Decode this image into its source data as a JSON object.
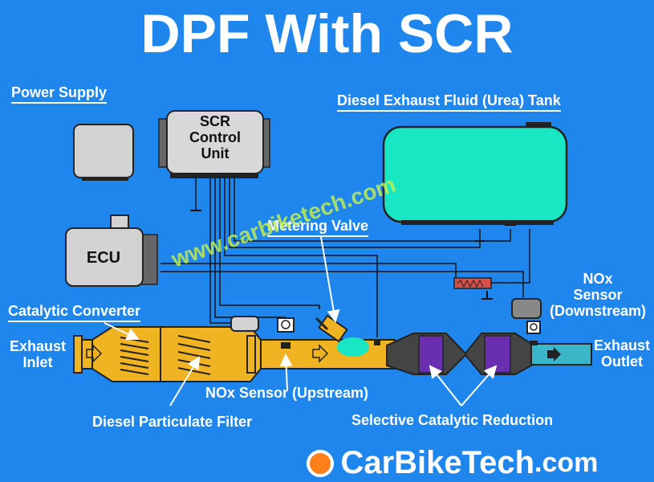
{
  "title": "DPF With SCR",
  "labels": {
    "power_supply": "Power Supply",
    "scr_unit": "SCR\nControl\nUnit",
    "def_tank": "Diesel Exhaust Fluid (Urea) Tank",
    "ecu": "ECU",
    "metering_valve": "Metering Valve",
    "catalytic_converter": "Catalytic Converter",
    "exhaust_inlet": "Exhaust\nInlet",
    "nox_downstream": "NOx\nSensor\n(Downstream)",
    "exhaust_outlet": "Exhaust\nOutlet",
    "nox_upstream": "NOx Sensor (Upstream)",
    "dpf": "Diesel Particulate Filter",
    "scr": "Selective Catalytic Reduction"
  },
  "watermark": "www.carbiketech.com",
  "brand": {
    "name": "CarBikeTech",
    "suffix": ".com"
  },
  "colors": {
    "background": "#1f86ee",
    "pipe": "#f0b321",
    "tank": "#19e6c3",
    "scr_body": "#444444",
    "scr_brick": "#6a2fb0",
    "outlet_pipe": "#3ab6c8",
    "watermark": "#c8f24a",
    "brand_accent": "#ff7f1a"
  }
}
